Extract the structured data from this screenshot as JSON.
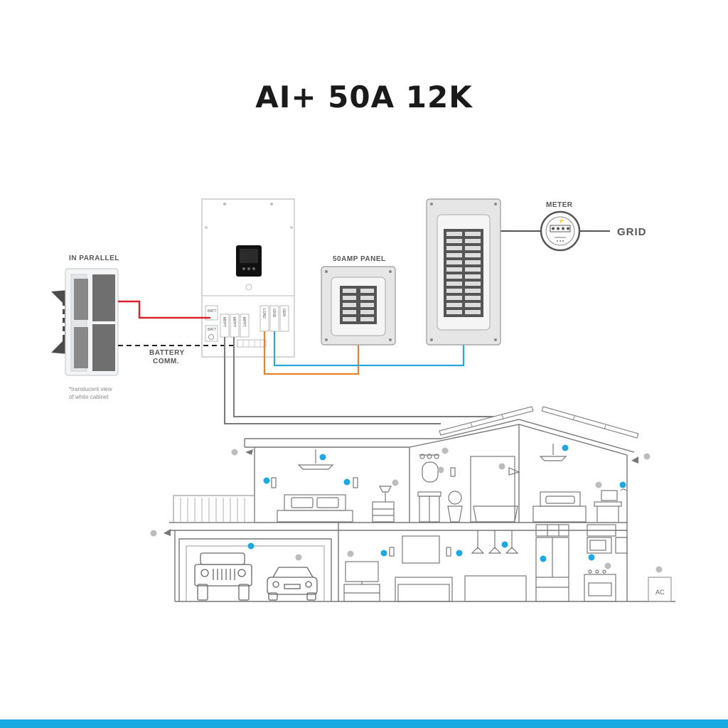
{
  "title": "AI+ 50A 12K",
  "labels": {
    "in_parallel": "IN PARALLEL",
    "battery_comm_1": "BATTERY",
    "battery_comm_2": "COMM.",
    "translucent_1": "*translucent view",
    "translucent_2": "of white cabinet",
    "panel_50amp": "50AMP PANEL",
    "meter": "METER",
    "grid": "GRID",
    "ac": "AC"
  },
  "ports": {
    "batt1": "BATT",
    "batt2": "BATT",
    "mppt1": "MPPT",
    "mppt2": "MPPT",
    "mppt3": "MPPT",
    "load": "LOAD",
    "grid": "GRID",
    "gen": "GEN"
  },
  "colors": {
    "battery_line": "#d8232a",
    "load_line": "#e8822a",
    "grid_line": "#2aa6de",
    "pv_line": "#777777",
    "dot_blue": "#1fa7e1",
    "dot_gray": "#bdbdbd",
    "bottom_bar": "#16a8e0"
  }
}
